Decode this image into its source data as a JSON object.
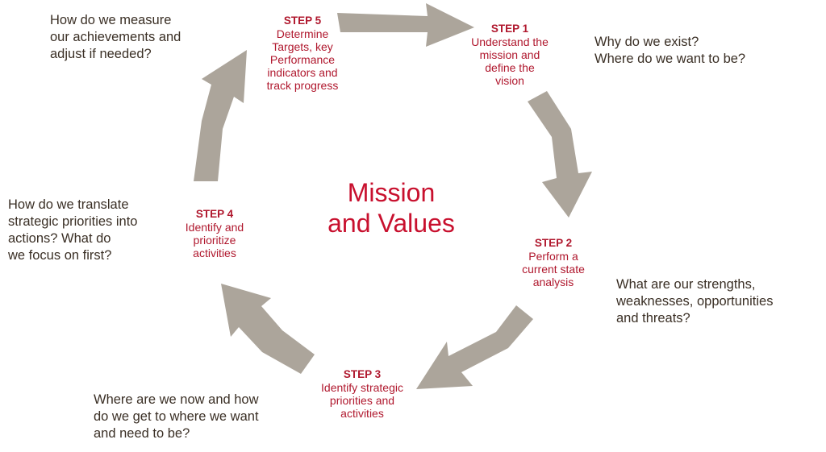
{
  "center": {
    "title": "Mission\nand Values"
  },
  "colors": {
    "arrow": "#aca59b",
    "step_text": "#b0182e",
    "title": "#c8102e",
    "question_text": "#3a2f25"
  },
  "steps": [
    {
      "title": "STEP 1",
      "description": "Understand the\nmission and\ndefine the\nvision"
    },
    {
      "title": "STEP 2",
      "description": "Perform a\ncurrent state\nanalysis"
    },
    {
      "title": "STEP 3",
      "description": "Identify strategic\npriorities and\nactivities"
    },
    {
      "title": "STEP 4",
      "description": "Identify and\nprioritize\nactivities"
    },
    {
      "title": "STEP 5",
      "description": "Determine\nTargets, key\nPerformance\nindicators and\ntrack progress"
    }
  ],
  "questions": [
    {
      "text": "Why do we exist?\nWhere do we want to be?"
    },
    {
      "text": "What are our strengths,\nweaknesses, opportunities\nand threats?"
    },
    {
      "text": "Where are we now and how\ndo we get to where we want\nand need to be?"
    },
    {
      "text": "How do we translate\nstrategic priorities into\nactions? What do\nwe focus on first?"
    },
    {
      "text": "How do we measure\nour achievements  and\nadjust if needed?"
    }
  ]
}
